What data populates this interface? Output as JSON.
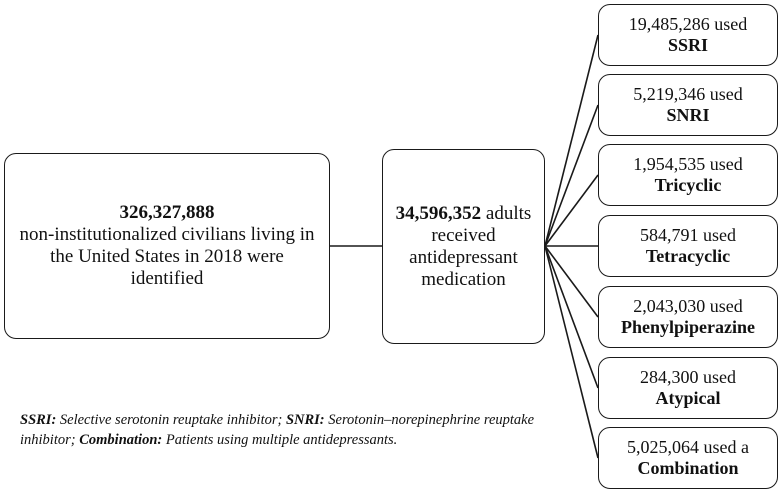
{
  "population": {
    "number": "326,327,888",
    "description": "non-institutionalized civilians living in the United States in 2018 were identified"
  },
  "antidepressant": {
    "number": "34,596,352",
    "text_after_number": "adults",
    "description": "received antidepressant medication"
  },
  "categories": [
    {
      "count_text": "19,485,286 used",
      "name": "SSRI"
    },
    {
      "count_text": "5,219,346 used",
      "name": "SNRI"
    },
    {
      "count_text": "1,954,535 used",
      "name": "Tricyclic"
    },
    {
      "count_text": "584,791 used",
      "name": "Tetracyclic"
    },
    {
      "count_text": "2,043,030 used",
      "name": "Phenylpiperazine"
    },
    {
      "count_text": "284,300 used",
      "name": "Atypical"
    },
    {
      "count_text": "5,025,064 used a",
      "name": "Combination"
    }
  ],
  "footnote": {
    "term1": "SSRI:",
    "def1": "Selective serotonin reuptake inhibitor;",
    "term2": "SNRI:",
    "def2": "Serotonin–norepinephrine reuptake inhibitor;",
    "term3": "Combination:",
    "def3": "Patients using multiple antidepressants."
  }
}
